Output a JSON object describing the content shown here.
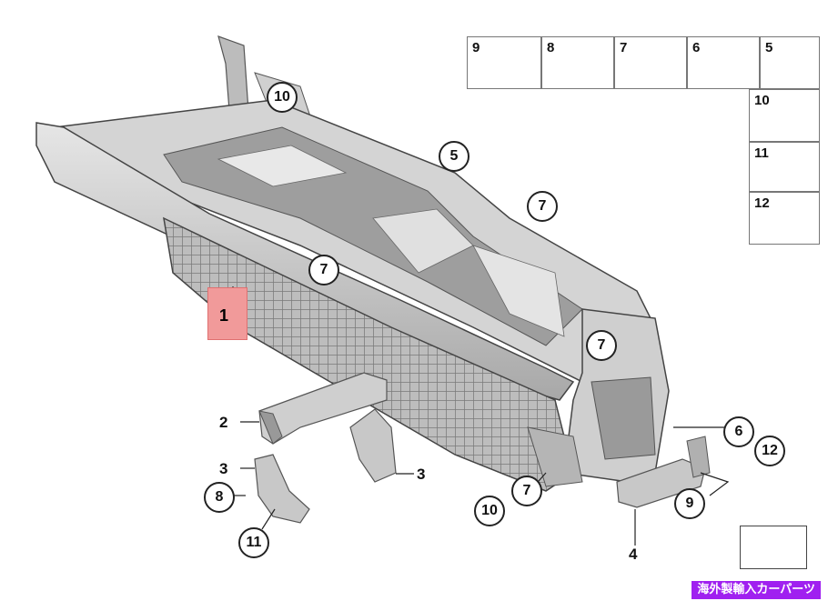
{
  "main_part": {
    "label": "1"
  },
  "legend": {
    "row_items": [
      "9",
      "8",
      "7",
      "6",
      "5"
    ],
    "column_items": [
      "10",
      "11",
      "12"
    ]
  },
  "callouts": {
    "c10_top": "10",
    "c5": "5",
    "c7_right": "7",
    "c7_center": "7",
    "c7_lower": "7",
    "c6": "6",
    "c12": "12",
    "c7_bottom": "7",
    "c10_bottom": "10",
    "c9": "9",
    "c8": "8",
    "c11": "11"
  },
  "part_labels": {
    "p2": "2",
    "p3_left": "3",
    "p3_right": "3",
    "p4": "4"
  },
  "watermark": "海外製輸入カーパーツ",
  "colors": {
    "highlight": "#f19a9a",
    "badge": "#a020f0",
    "part_fill": "#c8c8c8",
    "part_dark": "#8a8a8a"
  }
}
